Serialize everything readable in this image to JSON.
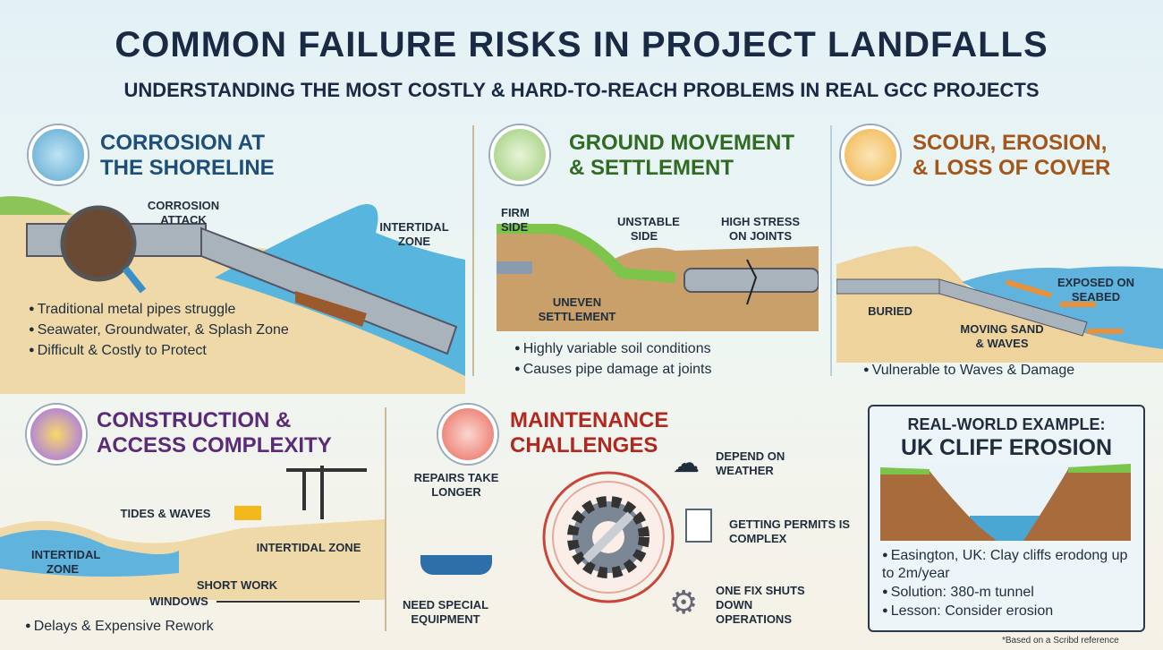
{
  "title": "COMMON FAILURE RISKS IN PROJECT LANDFALLS",
  "subtitle": "UNDERSTANDING THE MOST COSTLY & HARD-TO-REACH PROBLEMS IN REAL GCC PROJECTS",
  "corrosion": {
    "title1": "CORROSION AT",
    "title2": "THE SHORELINE",
    "label_attack": "CORROSION ATTACK",
    "label_zone": "INTERTIDAL ZONE",
    "bullets": [
      "Traditional metal pipes struggle",
      "Seawater, Groundwater, & Splash Zone",
      "Difficult & Costly to Protect"
    ],
    "color": "#1d4f7a"
  },
  "ground": {
    "title1": "GROUND MOVEMENT",
    "title2": "& SETTLEMENT",
    "label_firm": "FIRM SIDE",
    "label_unstable": "UNSTABLE SIDE",
    "label_stress": "HIGH STRESS ON JOINTS",
    "label_uneven": "UNEVEN SETTLEMENT",
    "bullets": [
      "Highly variable soil conditions",
      "Causes pipe damage at joints"
    ],
    "color": "#2f6b22"
  },
  "scour": {
    "title1": "SCOUR, EROSION,",
    "title2": "& LOSS OF COVER",
    "label_exposed": "EXPOSED ON SEABED",
    "label_buried": "BURIED",
    "label_moving": "MOVING SAND & WAVES",
    "bullets": [
      "Vulnerable to Waves & Damage"
    ],
    "color": "#a4561a"
  },
  "construction": {
    "title1": "CONSTRUCTION &",
    "title2": "ACCESS COMPLEXITY",
    "label_tides": "TIDES & WAVES",
    "label_zone_right": "INTERTIDAL ZONE",
    "label_zone_left": "INTERTIDAL ZONE",
    "label_windows1": "SHORT WORK",
    "label_windows2": "WINDOWS",
    "bullets": [
      "Delays & Expensive Rework"
    ],
    "color": "#5b2a78"
  },
  "maintenance": {
    "title1": "MAINTENANCE",
    "title2": "CHALLENGES",
    "items": [
      "REPAIRS TAKE LONGER",
      "DEPEND ON WEATHER",
      "GETTING PERMITS IS COMPLEX",
      "NEED SPECIAL EQUIPMENT",
      "ONE FIX SHUTS DOWN OPERATIONS"
    ],
    "color": "#b2281e"
  },
  "example": {
    "title1": "REAL-WORLD EXAMPLE:",
    "title2": "UK CLIFF EROSION",
    "bullets": [
      "Easington, UK: Clay cliffs erodong up to 2m/year",
      "Solution: 380-m tunnel",
      "Lesson: Consider erosion"
    ],
    "footnote": "*Based on a Scribd reference"
  }
}
